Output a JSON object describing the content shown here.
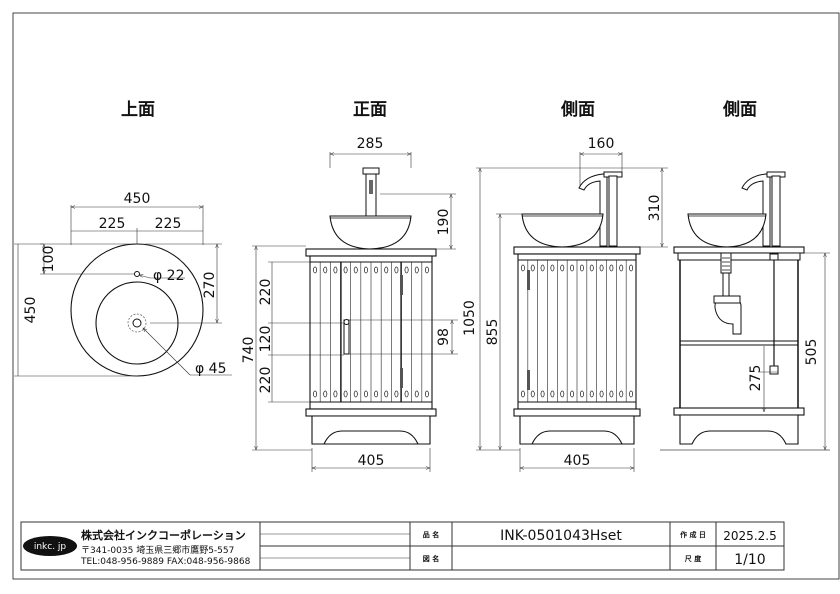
{
  "views": {
    "top": "上面",
    "front": "正面",
    "side1": "側面",
    "side2": "側面"
  },
  "dims": {
    "top_width": "450",
    "top_half_left": "225",
    "top_half_right": "225",
    "top_offset": "100",
    "top_depth": "450",
    "top_drain_offset": "270",
    "top_hole_dia": "φ 22",
    "top_drain_dia": "φ 45",
    "front_bowl_width": "285",
    "front_faucet_height": "190",
    "front_body_height": "740",
    "front_upper": "220",
    "front_middle": "120",
    "front_lower": "220",
    "front_handle": "98",
    "front_base_width": "405",
    "side_faucet_depth": "160",
    "side_faucet_height": "310",
    "side_total_height": "1050",
    "side_counter_height": "855",
    "side_base_width": "405",
    "side2_pipe_height": "505",
    "side2_drain_height": "275"
  },
  "titleblock": {
    "logo": "inkc. jp",
    "company": "株式会社インクコーポレーション",
    "address": "〒341-0035 埼玉県三郷市鷹野5-557",
    "tel": "TEL:048-956-9889  FAX:048-956-9868",
    "label_product": "品 名",
    "product_value": "INK-0501043Hset",
    "label_drawing": "図 名",
    "drawing_value": "",
    "label_date": "作 成 日",
    "date_value": "2025.2.5",
    "label_scale": "尺 度",
    "scale_value": "1/10"
  }
}
